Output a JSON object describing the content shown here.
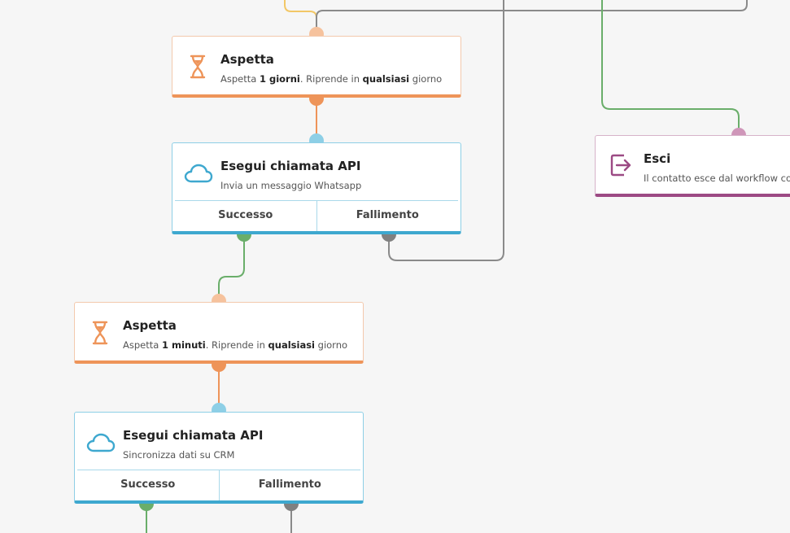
{
  "nodes": {
    "wait1": {
      "title": "Aspetta",
      "desc_prefix": "Aspetta ",
      "duration": "1 giorni",
      "desc_mid": ". Riprende in ",
      "resume": "qualsiasi",
      "desc_suffix": " giorno",
      "icon": "hourglass-icon"
    },
    "api1": {
      "title": "Esegui chiamata API",
      "desc": "Invia un messaggio Whatsapp",
      "success": "Successo",
      "failure": "Fallimento",
      "icon": "cloud-icon"
    },
    "exit": {
      "title": "Esci",
      "desc": "Il contatto esce dal workflow co",
      "icon": "exit-icon"
    },
    "wait2": {
      "title": "Aspetta",
      "desc_prefix": "Aspetta ",
      "duration": "1 minuti",
      "desc_mid": ". Riprende in ",
      "resume": "qualsiasi",
      "desc_suffix": " giorno",
      "icon": "hourglass-icon"
    },
    "api2": {
      "title": "Esegui chiamata API",
      "desc": "Sincronizza dati su CRM",
      "success": "Successo",
      "failure": "Fallimento",
      "icon": "cloud-icon"
    }
  },
  "colors": {
    "wait": "#ee9459",
    "wait_light": "#f6c29d",
    "api": "#3ea8cf",
    "api_light": "#8dcfe6",
    "success": "#6aae6a",
    "failure": "#808080",
    "exit": "#9c4a84",
    "exit_light": "#cf96b9",
    "wire_yellow": "#f2c766",
    "wire_gray": "#8a8a8a",
    "wire_green": "#6aae6a",
    "background": "#f6f6f6"
  }
}
